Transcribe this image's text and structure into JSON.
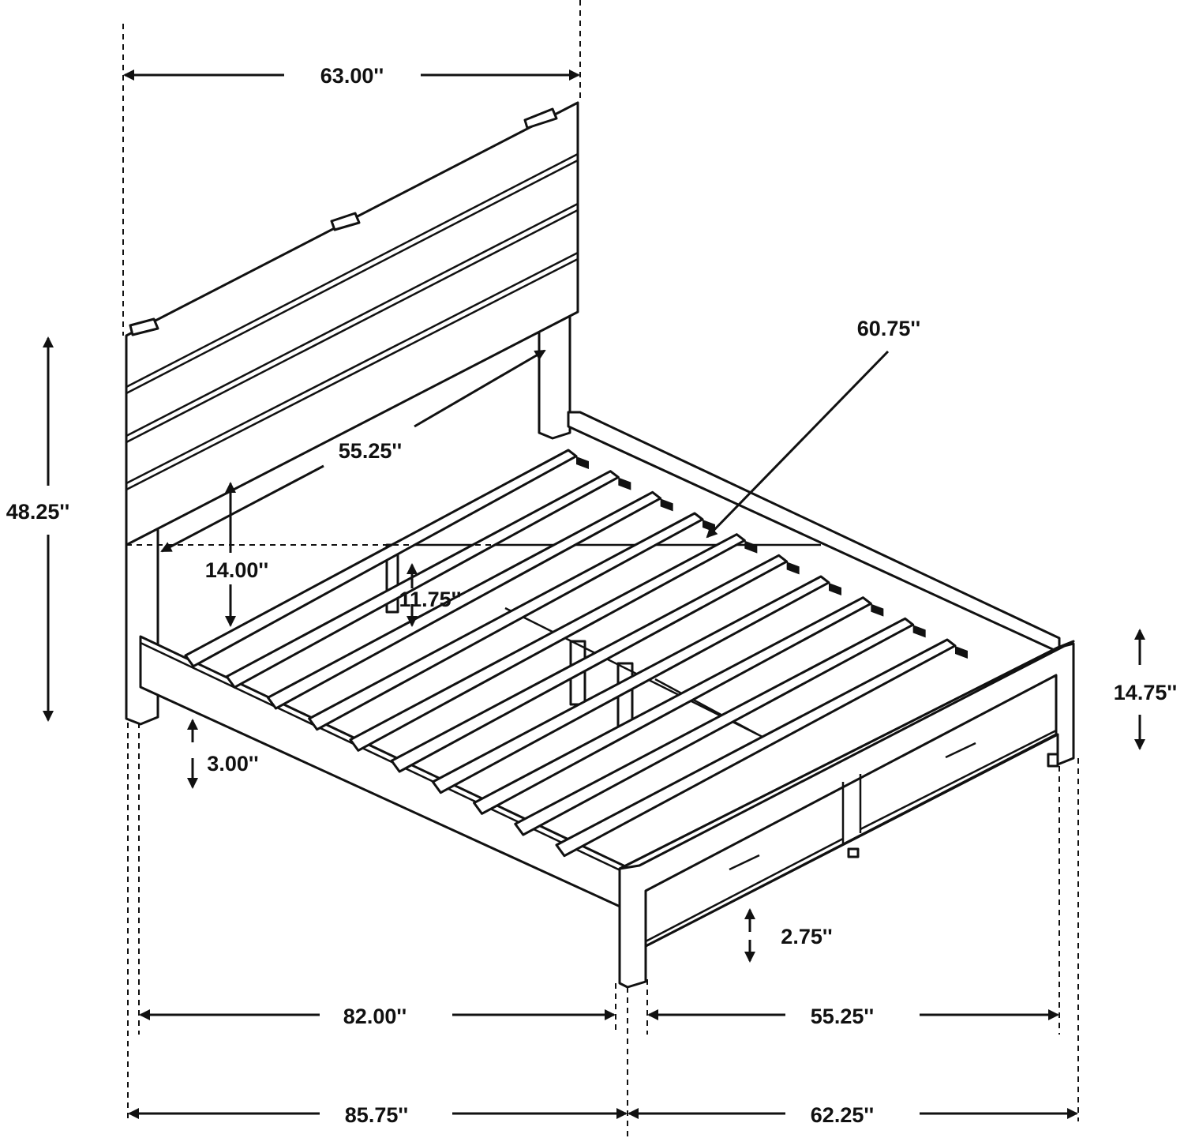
{
  "diagram": {
    "subject": "storage bed dimension drawing",
    "dimensions": {
      "headboard_width": "63.00''",
      "overall_height": "48.25''",
      "headboard_inner_width": "55.25''",
      "diagonal_inner": "60.75''",
      "headboard_clearance": "14.00''",
      "rail_to_slat_height": "11.75''",
      "ground_clearance": "3.00''",
      "footboard_height": "14.75''",
      "drawer_clearance": "2.75''",
      "inner_length": "82.00''",
      "footboard_inner_width": "55.25''",
      "overall_length": "85.75''",
      "overall_width": "62.25''"
    }
  }
}
